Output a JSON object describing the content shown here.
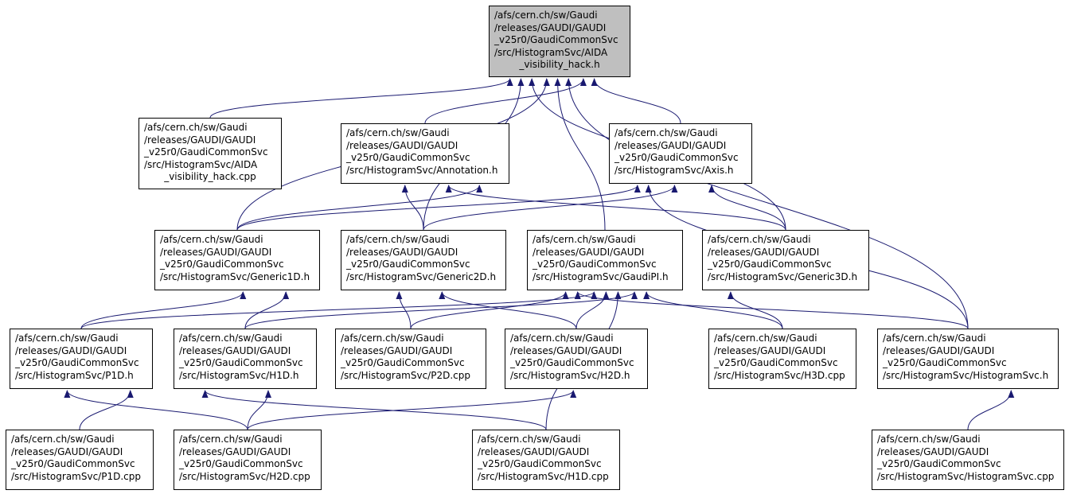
{
  "colors": {
    "edge": "#191970",
    "focus_fill": "#bfbfbf",
    "node_fill": "#ffffff",
    "border": "#000000"
  },
  "nodes": {
    "aida_h": {
      "lines": [
        "/afs/cern.ch/sw/Gaudi",
        "/releases/GAUDI/GAUDI",
        "_v25r0/GaudiCommonSvc",
        "/src/HistogramSvc/AIDA",
        "_visibility_hack.h"
      ]
    },
    "aida_cpp": {
      "lines": [
        "/afs/cern.ch/sw/Gaudi",
        "/releases/GAUDI/GAUDI",
        "_v25r0/GaudiCommonSvc",
        "/src/HistogramSvc/AIDA",
        "_visibility_hack.cpp"
      ]
    },
    "annotation": {
      "lines": [
        "/afs/cern.ch/sw/Gaudi",
        "/releases/GAUDI/GAUDI",
        "_v25r0/GaudiCommonSvc",
        "/src/HistogramSvc/Annotation.h"
      ]
    },
    "axis": {
      "lines": [
        "/afs/cern.ch/sw/Gaudi",
        "/releases/GAUDI/GAUDI",
        "_v25r0/GaudiCommonSvc",
        "/src/HistogramSvc/Axis.h"
      ]
    },
    "generic1d": {
      "lines": [
        "/afs/cern.ch/sw/Gaudi",
        "/releases/GAUDI/GAUDI",
        "_v25r0/GaudiCommonSvc",
        "/src/HistogramSvc/Generic1D.h"
      ]
    },
    "generic2d": {
      "lines": [
        "/afs/cern.ch/sw/Gaudi",
        "/releases/GAUDI/GAUDI",
        "_v25r0/GaudiCommonSvc",
        "/src/HistogramSvc/Generic2D.h"
      ]
    },
    "gaudipi": {
      "lines": [
        "/afs/cern.ch/sw/Gaudi",
        "/releases/GAUDI/GAUDI",
        "_v25r0/GaudiCommonSvc",
        "/src/HistogramSvc/GaudiPI.h"
      ]
    },
    "generic3d": {
      "lines": [
        "/afs/cern.ch/sw/Gaudi",
        "/releases/GAUDI/GAUDI",
        "_v25r0/GaudiCommonSvc",
        "/src/HistogramSvc/Generic3D.h"
      ]
    },
    "p1d_h": {
      "lines": [
        "/afs/cern.ch/sw/Gaudi",
        "/releases/GAUDI/GAUDI",
        "_v25r0/GaudiCommonSvc",
        "/src/HistogramSvc/P1D.h"
      ]
    },
    "h1d_h": {
      "lines": [
        "/afs/cern.ch/sw/Gaudi",
        "/releases/GAUDI/GAUDI",
        "_v25r0/GaudiCommonSvc",
        "/src/HistogramSvc/H1D.h"
      ]
    },
    "p2d_cpp": {
      "lines": [
        "/afs/cern.ch/sw/Gaudi",
        "/releases/GAUDI/GAUDI",
        "_v25r0/GaudiCommonSvc",
        "/src/HistogramSvc/P2D.cpp"
      ]
    },
    "h2d_h": {
      "lines": [
        "/afs/cern.ch/sw/Gaudi",
        "/releases/GAUDI/GAUDI",
        "_v25r0/GaudiCommonSvc",
        "/src/HistogramSvc/H2D.h"
      ]
    },
    "h3d_cpp": {
      "lines": [
        "/afs/cern.ch/sw/Gaudi",
        "/releases/GAUDI/GAUDI",
        "_v25r0/GaudiCommonSvc",
        "/src/HistogramSvc/H3D.cpp"
      ]
    },
    "hsvc_h": {
      "lines": [
        "/afs/cern.ch/sw/Gaudi",
        "/releases/GAUDI/GAUDI",
        "_v25r0/GaudiCommonSvc",
        "/src/HistogramSvc/HistogramSvc.h"
      ]
    },
    "p1d_cpp": {
      "lines": [
        "/afs/cern.ch/sw/Gaudi",
        "/releases/GAUDI/GAUDI",
        "_v25r0/GaudiCommonSvc",
        "/src/HistogramSvc/P1D.cpp"
      ]
    },
    "h2d_cpp": {
      "lines": [
        "/afs/cern.ch/sw/Gaudi",
        "/releases/GAUDI/GAUDI",
        "_v25r0/GaudiCommonSvc",
        "/src/HistogramSvc/H2D.cpp"
      ]
    },
    "h1d_cpp": {
      "lines": [
        "/afs/cern.ch/sw/Gaudi",
        "/releases/GAUDI/GAUDI",
        "_v25r0/GaudiCommonSvc",
        "/src/HistogramSvc/H1D.cpp"
      ]
    },
    "hsvc_cpp": {
      "lines": [
        "/afs/cern.ch/sw/Gaudi",
        "/releases/GAUDI/GAUDI",
        "_v25r0/GaudiCommonSvc",
        "/src/HistogramSvc/HistogramSvc.cpp"
      ]
    }
  },
  "edges": [
    [
      "aida_cpp",
      "aida_h"
    ],
    [
      "generic1d",
      "aida_h"
    ],
    [
      "annotation",
      "aida_h"
    ],
    [
      "generic2d",
      "aida_h"
    ],
    [
      "gaudipi",
      "aida_h"
    ],
    [
      "axis",
      "aida_h"
    ],
    [
      "generic3d",
      "aida_h"
    ],
    [
      "hsvc_h",
      "aida_h"
    ],
    [
      "generic1d",
      "annotation"
    ],
    [
      "generic2d",
      "annotation"
    ],
    [
      "generic3d",
      "annotation"
    ],
    [
      "generic1d",
      "axis"
    ],
    [
      "generic2d",
      "axis"
    ],
    [
      "generic3d",
      "axis"
    ],
    [
      "hsvc_h",
      "axis"
    ],
    [
      "p1d_h",
      "generic1d"
    ],
    [
      "h1d_h",
      "generic1d"
    ],
    [
      "p2d_cpp",
      "generic2d"
    ],
    [
      "h2d_h",
      "generic2d"
    ],
    [
      "h3d_cpp",
      "generic3d"
    ],
    [
      "p1d_h",
      "gaudipi"
    ],
    [
      "h1d_h",
      "gaudipi"
    ],
    [
      "p2d_cpp",
      "gaudipi"
    ],
    [
      "h2d_h",
      "gaudipi"
    ],
    [
      "h3d_cpp",
      "gaudipi"
    ],
    [
      "hsvc_h",
      "gaudipi"
    ],
    [
      "h1d_cpp",
      "gaudipi"
    ],
    [
      "p1d_cpp",
      "p1d_h"
    ],
    [
      "h2d_cpp",
      "p1d_h"
    ],
    [
      "h2d_cpp",
      "h1d_h"
    ],
    [
      "h1d_cpp",
      "h1d_h"
    ],
    [
      "h2d_cpp",
      "h2d_h"
    ],
    [
      "hsvc_cpp",
      "hsvc_h"
    ]
  ]
}
